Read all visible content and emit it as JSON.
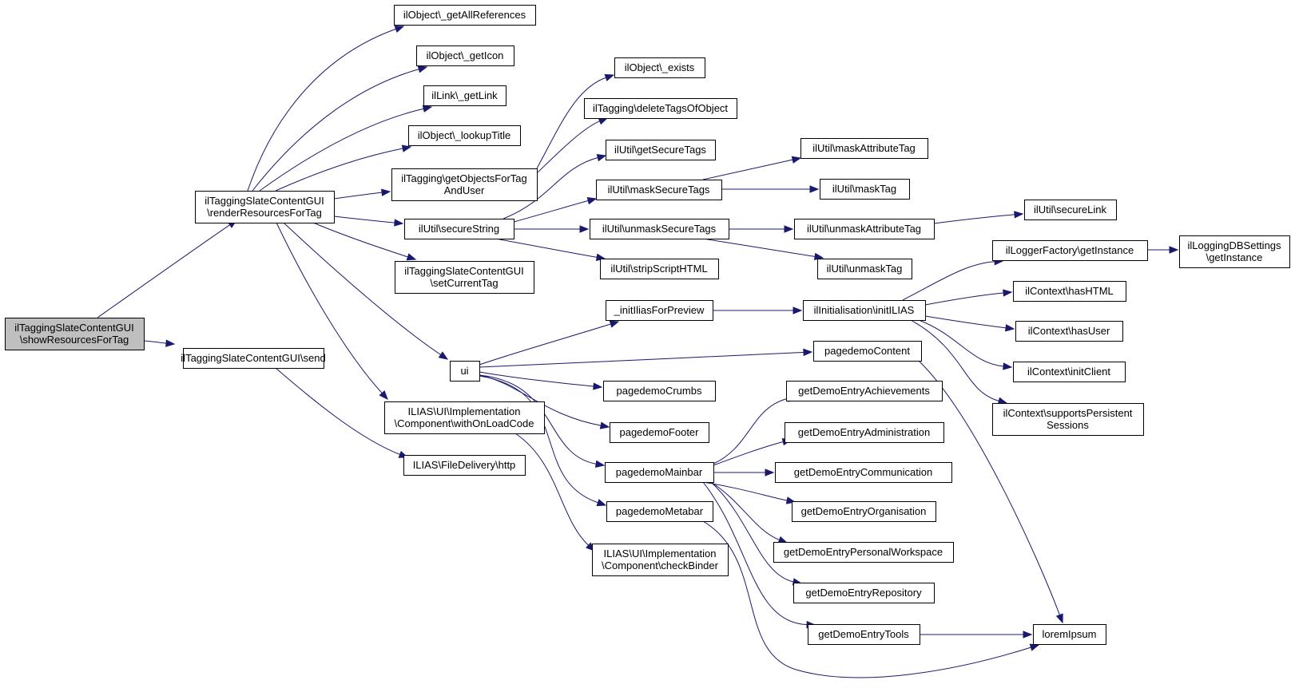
{
  "diagram": {
    "type": "call-graph",
    "colors": {
      "edge": "#191970",
      "highlight_fill": "#bfbfbf",
      "node_fill": "#ffffff",
      "node_border": "#000000"
    },
    "nodes": [
      {
        "id": "showResourcesForTag",
        "lines": [
          "ilTaggingSlateContentGUI",
          "\\showResourcesForTag"
        ],
        "highlight": true
      },
      {
        "id": "renderResourcesForTag",
        "lines": [
          "ilTaggingSlateContentGUI",
          "\\renderResourcesForTag"
        ]
      },
      {
        "id": "send",
        "lines": [
          "ilTaggingSlateContentGUI\\send"
        ]
      },
      {
        "id": "getAllReferences",
        "lines": [
          "ilObject\\_getAllReferences"
        ]
      },
      {
        "id": "getIcon",
        "lines": [
          "ilObject\\_getIcon"
        ]
      },
      {
        "id": "getLink",
        "lines": [
          "ilLink\\_getLink"
        ]
      },
      {
        "id": "lookupTitle",
        "lines": [
          "ilObject\\_lookupTitle"
        ]
      },
      {
        "id": "getObjectsForTagAndUser",
        "lines": [
          "ilTagging\\getObjectsForTag",
          "AndUser"
        ]
      },
      {
        "id": "secureString",
        "lines": [
          "ilUtil\\secureString"
        ]
      },
      {
        "id": "setCurrentTag",
        "lines": [
          "ilTaggingSlateContentGUI",
          "\\setCurrentTag"
        ]
      },
      {
        "id": "ui",
        "lines": [
          "ui"
        ]
      },
      {
        "id": "withOnLoadCode",
        "lines": [
          "ILIAS\\UI\\Implementation",
          "\\Component\\withOnLoadCode"
        ]
      },
      {
        "id": "http",
        "lines": [
          "ILIAS\\FileDelivery\\http"
        ]
      },
      {
        "id": "exists",
        "lines": [
          "ilObject\\_exists"
        ]
      },
      {
        "id": "deleteTagsOfObject",
        "lines": [
          "ilTagging\\deleteTagsOfObject"
        ]
      },
      {
        "id": "getSecureTags",
        "lines": [
          "ilUtil\\getSecureTags"
        ]
      },
      {
        "id": "maskSecureTags",
        "lines": [
          "ilUtil\\maskSecureTags"
        ]
      },
      {
        "id": "unmaskSecureTags",
        "lines": [
          "ilUtil\\unmaskSecureTags"
        ]
      },
      {
        "id": "stripScriptHTML",
        "lines": [
          "ilUtil\\stripScriptHTML"
        ]
      },
      {
        "id": "initIliasForPreview",
        "lines": [
          "_initIliasForPreview"
        ]
      },
      {
        "id": "pagedemoContent",
        "lines": [
          "pagedemoContent"
        ]
      },
      {
        "id": "pagedemoCrumbs",
        "lines": [
          "pagedemoCrumbs"
        ]
      },
      {
        "id": "pagedemoFooter",
        "lines": [
          "pagedemoFooter"
        ]
      },
      {
        "id": "pagedemoMainbar",
        "lines": [
          "pagedemoMainbar"
        ]
      },
      {
        "id": "pagedemoMetabar",
        "lines": [
          "pagedemoMetabar"
        ]
      },
      {
        "id": "checkBinder",
        "lines": [
          "ILIAS\\UI\\Implementation",
          "\\Component\\checkBinder"
        ]
      },
      {
        "id": "maskAttributeTag",
        "lines": [
          "ilUtil\\maskAttributeTag"
        ]
      },
      {
        "id": "maskTag",
        "lines": [
          "ilUtil\\maskTag"
        ]
      },
      {
        "id": "unmaskAttributeTag",
        "lines": [
          "ilUtil\\unmaskAttributeTag"
        ]
      },
      {
        "id": "unmaskTag",
        "lines": [
          "ilUtil\\unmaskTag"
        ]
      },
      {
        "id": "initILIAS",
        "lines": [
          "ilInitialisation\\initILIAS"
        ]
      },
      {
        "id": "getDemoEntryAchievements",
        "lines": [
          "getDemoEntryAchievements"
        ]
      },
      {
        "id": "getDemoEntryAdministration",
        "lines": [
          "getDemoEntryAdministration"
        ]
      },
      {
        "id": "getDemoEntryCommunication",
        "lines": [
          "getDemoEntryCommunication"
        ]
      },
      {
        "id": "getDemoEntryOrganisation",
        "lines": [
          "getDemoEntryOrganisation"
        ]
      },
      {
        "id": "getDemoEntryPersonalWorkspace",
        "lines": [
          "getDemoEntryPersonalWorkspace"
        ]
      },
      {
        "id": "getDemoEntryRepository",
        "lines": [
          "getDemoEntryRepository"
        ]
      },
      {
        "id": "getDemoEntryTools",
        "lines": [
          "getDemoEntryTools"
        ]
      },
      {
        "id": "secureLink",
        "lines": [
          "ilUtil\\secureLink"
        ]
      },
      {
        "id": "loggerGetInstance",
        "lines": [
          "ilLoggerFactory\\getInstance"
        ]
      },
      {
        "id": "dbSettingsGetInstance",
        "lines": [
          "ilLoggingDBSettings",
          "\\getInstance"
        ]
      },
      {
        "id": "hasHTML",
        "lines": [
          "ilContext\\hasHTML"
        ]
      },
      {
        "id": "hasUser",
        "lines": [
          "ilContext\\hasUser"
        ]
      },
      {
        "id": "initClient",
        "lines": [
          "ilContext\\initClient"
        ]
      },
      {
        "id": "supportsPersistentSessions",
        "lines": [
          "ilContext\\supportsPersistent",
          "Sessions"
        ]
      },
      {
        "id": "loremIpsum",
        "lines": [
          "loremIpsum"
        ]
      }
    ],
    "edges": [
      {
        "from": "showResourcesForTag",
        "to": "renderResourcesForTag"
      },
      {
        "from": "showResourcesForTag",
        "to": "send"
      },
      {
        "from": "renderResourcesForTag",
        "to": "getAllReferences"
      },
      {
        "from": "renderResourcesForTag",
        "to": "getIcon"
      },
      {
        "from": "renderResourcesForTag",
        "to": "getLink"
      },
      {
        "from": "renderResourcesForTag",
        "to": "lookupTitle"
      },
      {
        "from": "renderResourcesForTag",
        "to": "getObjectsForTagAndUser"
      },
      {
        "from": "renderResourcesForTag",
        "to": "secureString"
      },
      {
        "from": "renderResourcesForTag",
        "to": "setCurrentTag"
      },
      {
        "from": "renderResourcesForTag",
        "to": "ui"
      },
      {
        "from": "renderResourcesForTag",
        "to": "withOnLoadCode"
      },
      {
        "from": "send",
        "to": "http"
      },
      {
        "from": "getObjectsForTagAndUser",
        "to": "exists"
      },
      {
        "from": "getObjectsForTagAndUser",
        "to": "deleteTagsOfObject"
      },
      {
        "from": "secureString",
        "to": "getSecureTags"
      },
      {
        "from": "secureString",
        "to": "maskSecureTags"
      },
      {
        "from": "secureString",
        "to": "unmaskSecureTags"
      },
      {
        "from": "secureString",
        "to": "stripScriptHTML"
      },
      {
        "from": "maskSecureTags",
        "to": "maskAttributeTag"
      },
      {
        "from": "maskSecureTags",
        "to": "maskTag"
      },
      {
        "from": "unmaskSecureTags",
        "to": "unmaskAttributeTag"
      },
      {
        "from": "unmaskSecureTags",
        "to": "unmaskTag"
      },
      {
        "from": "unmaskAttributeTag",
        "to": "secureLink"
      },
      {
        "from": "withOnLoadCode",
        "to": "checkBinder"
      },
      {
        "from": "ui",
        "to": "initIliasForPreview"
      },
      {
        "from": "ui",
        "to": "pagedemoContent"
      },
      {
        "from": "ui",
        "to": "pagedemoCrumbs"
      },
      {
        "from": "ui",
        "to": "pagedemoFooter"
      },
      {
        "from": "ui",
        "to": "pagedemoMainbar"
      },
      {
        "from": "ui",
        "to": "pagedemoMetabar"
      },
      {
        "from": "initIliasForPreview",
        "to": "initILIAS"
      },
      {
        "from": "initILIAS",
        "to": "loggerGetInstance"
      },
      {
        "from": "initILIAS",
        "to": "hasHTML"
      },
      {
        "from": "initILIAS",
        "to": "hasUser"
      },
      {
        "from": "initILIAS",
        "to": "initClient"
      },
      {
        "from": "initILIAS",
        "to": "supportsPersistentSessions"
      },
      {
        "from": "loggerGetInstance",
        "to": "dbSettingsGetInstance"
      },
      {
        "from": "pagedemoContent",
        "to": "loremIpsum"
      },
      {
        "from": "pagedemoMainbar",
        "to": "getDemoEntryAchievements"
      },
      {
        "from": "pagedemoMainbar",
        "to": "getDemoEntryAdministration"
      },
      {
        "from": "pagedemoMainbar",
        "to": "getDemoEntryCommunication"
      },
      {
        "from": "pagedemoMainbar",
        "to": "getDemoEntryOrganisation"
      },
      {
        "from": "pagedemoMainbar",
        "to": "getDemoEntryPersonalWorkspace"
      },
      {
        "from": "pagedemoMainbar",
        "to": "getDemoEntryRepository"
      },
      {
        "from": "pagedemoMainbar",
        "to": "getDemoEntryTools"
      },
      {
        "from": "getDemoEntryTools",
        "to": "loremIpsum"
      },
      {
        "from": "pagedemoMetabar",
        "to": "loremIpsum"
      }
    ]
  }
}
